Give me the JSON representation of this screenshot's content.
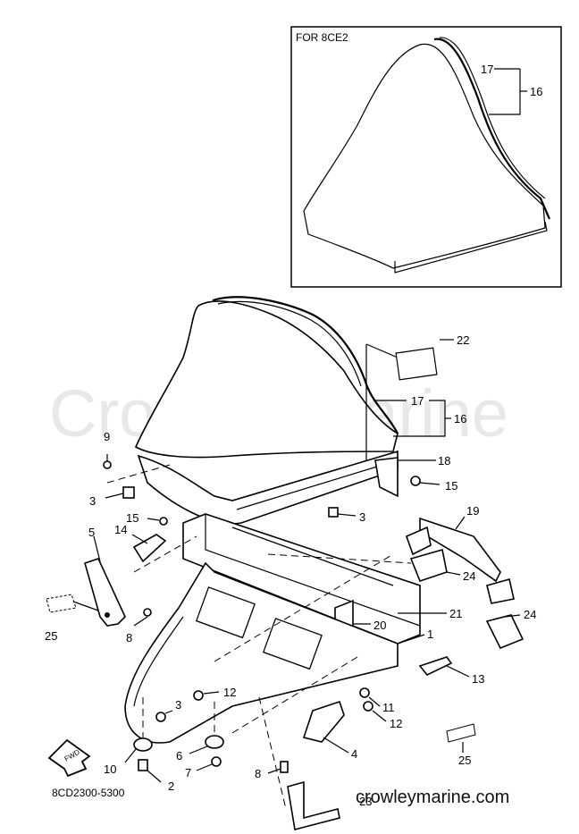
{
  "inset": {
    "title": "FOR 8CE2"
  },
  "watermark": "Crowley Marine",
  "site": "crowleymarine.com",
  "diagram_code": "8CD2300-5300",
  "fwd_label": "FWD",
  "callouts": {
    "c1": "1",
    "c2": "2",
    "c3a": "3",
    "c3b": "3",
    "c3c": "3",
    "c4": "4",
    "c5": "5",
    "c6": "6",
    "c7": "7",
    "c8a": "8",
    "c8b": "8",
    "c9": "9",
    "c10": "10",
    "c11": "11",
    "c12a": "12",
    "c12b": "12",
    "c13": "13",
    "c14": "14",
    "c15a": "15",
    "c15b": "15",
    "c16a": "16",
    "c16b": "16",
    "c17a": "17",
    "c17b": "17",
    "c18": "18",
    "c19": "19",
    "c20": "20",
    "c21": "21",
    "c22": "22",
    "c23": "23",
    "c24a": "24",
    "c24b": "24",
    "c25a": "25",
    "c25b": "25"
  }
}
